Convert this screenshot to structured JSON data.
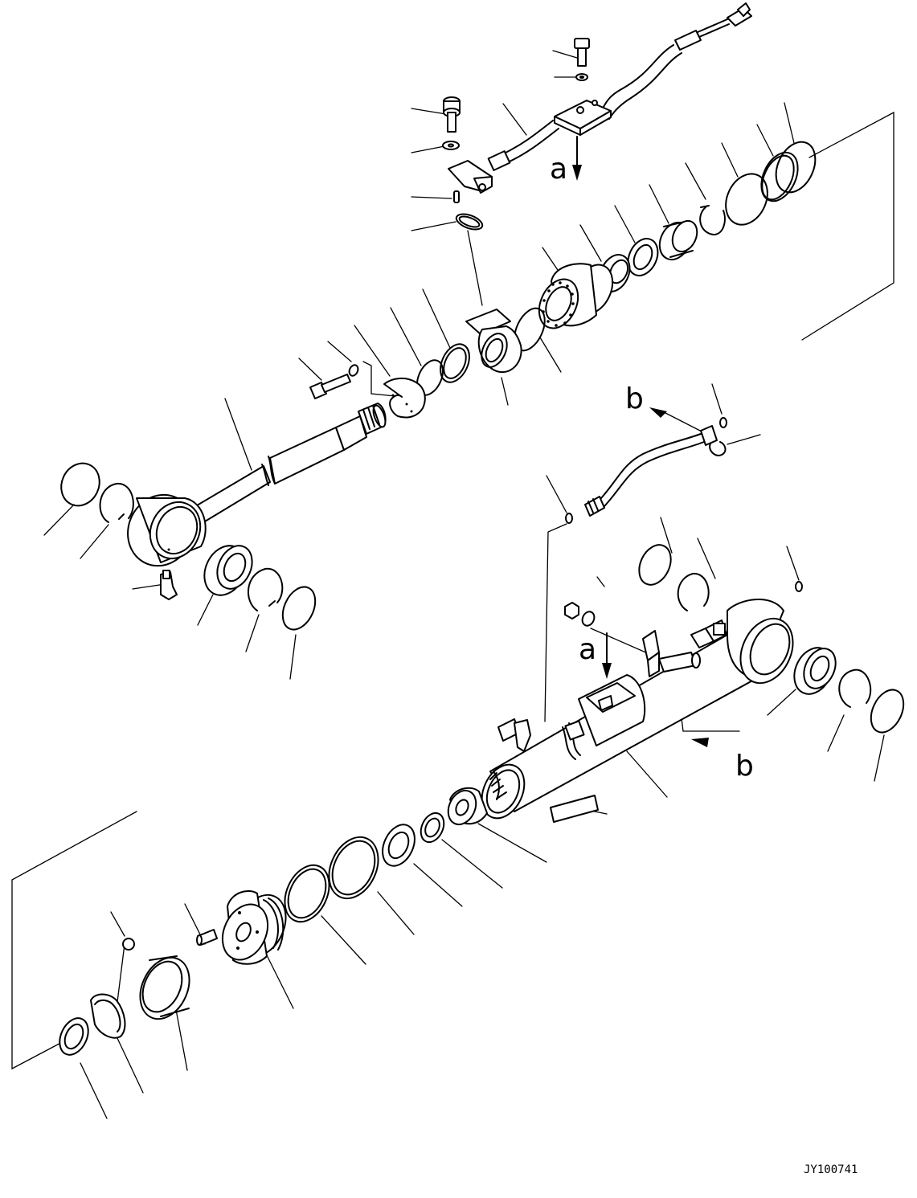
{
  "diagram": {
    "labels": {
      "a": "a",
      "b": "b"
    },
    "drawing_code": "JY100741"
  }
}
